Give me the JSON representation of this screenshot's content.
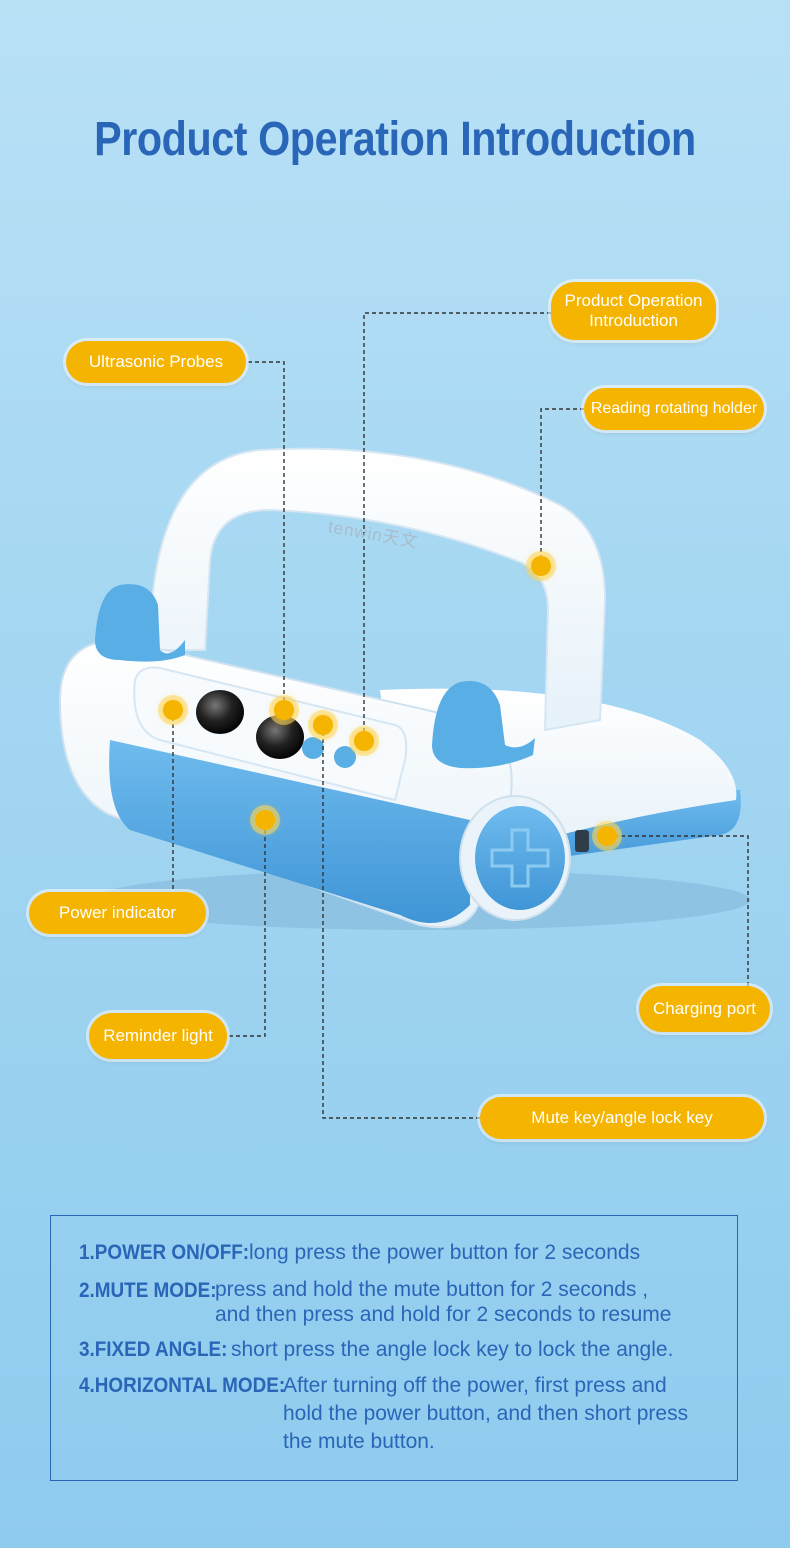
{
  "title": "Product Operation Introduction",
  "callouts": {
    "product_operation": "Product Operation\nIntroduction",
    "ultrasonic_probes": "Ultrasonic Probes",
    "reading_holder": "Reading rotating holder",
    "power_indicator": "Power indicator",
    "charging_port": "Charging port",
    "reminder_light": "Reminder light",
    "mute_key": "Mute key/angle lock key"
  },
  "device": {
    "brand": "tenwin天文"
  },
  "instructions": [
    {
      "label": "1.POWER ON/OFF:",
      "text": "long press the power button for 2 seconds"
    },
    {
      "label": "2.MUTE MODE:",
      "text": "press and hold the mute button for 2 seconds ,\nand then press and hold for 2 seconds to resume"
    },
    {
      "label": "3.FIXED ANGLE:",
      "text": "short press the angle lock key to lock the angle."
    },
    {
      "label": "4.HORIZONTAL MODE:",
      "text": "After turning off the power, first press and\nhold the power button, and then short press\nthe mute button."
    }
  ],
  "colors": {
    "accent": "#f5b400",
    "heading": "#2a66b8",
    "device_blue": "#5aaee6",
    "device_white": "#f7fbfe"
  }
}
